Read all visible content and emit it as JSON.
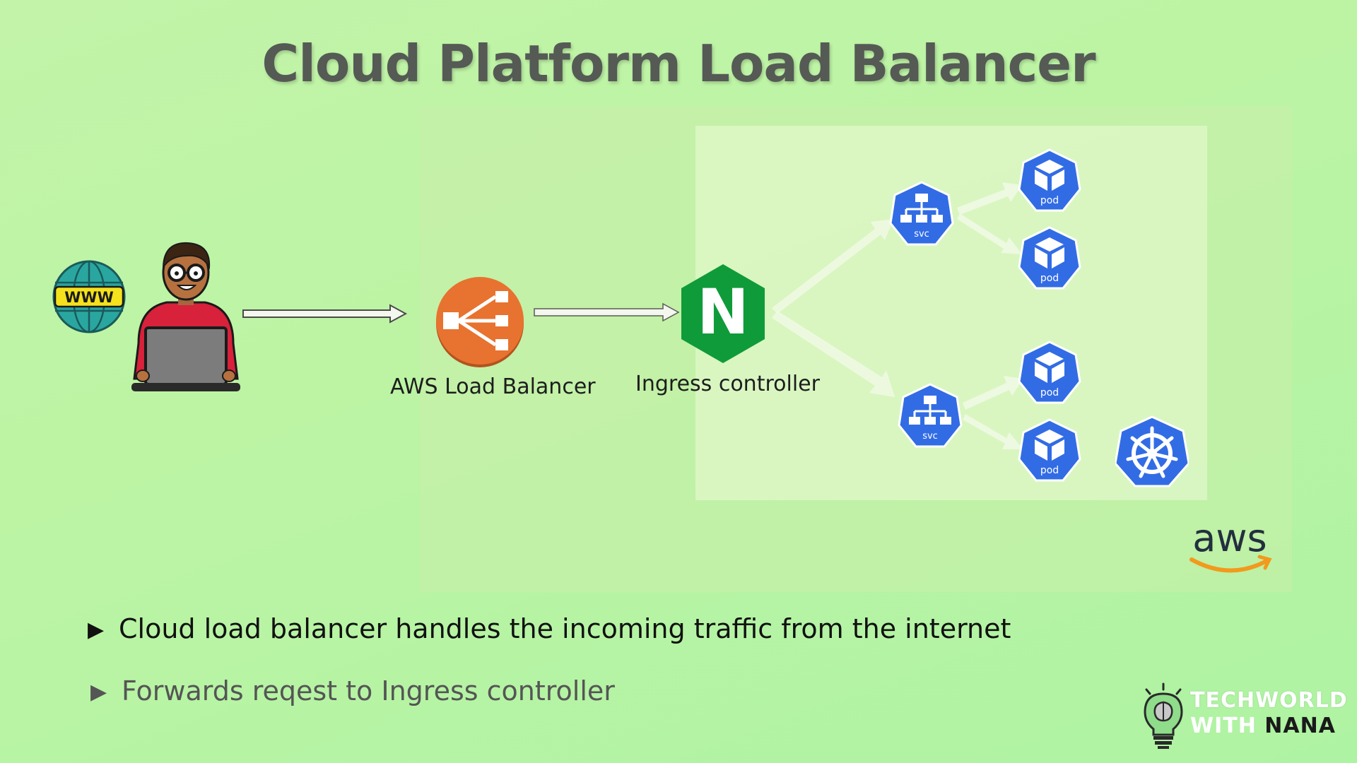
{
  "title": "Cloud Platform Load Balancer",
  "diagram": {
    "www_label": "WWW",
    "load_balancer_label": "AWS Load Balancer",
    "ingress_label": "Ingress controller",
    "ingress_letter": "N",
    "svc_label": "svc",
    "pod_label": "pod",
    "aws_logo_text": "aws"
  },
  "bullets": [
    "Cloud load balancer handles the incoming traffic from the internet",
    "Forwards reqest to Ingress controller"
  ],
  "branding": {
    "line1": "TECHWORLD",
    "line2a": "WITH ",
    "line2b": "NANA"
  },
  "colors": {
    "aws_orange": "#e8722f",
    "nginx_green": "#0f9b3a",
    "k8s_blue": "#326ce5"
  }
}
